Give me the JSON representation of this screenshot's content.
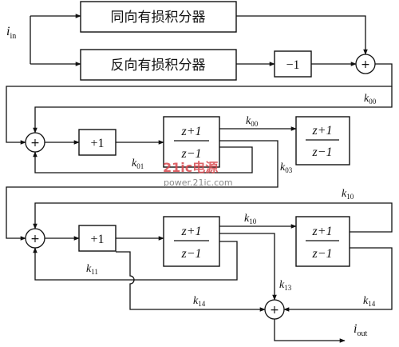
{
  "blocks": {
    "forward_integrator": "同向有损积分器",
    "reverse_integrator": "反向有损积分器",
    "neg_one": "−1",
    "plus_one": "+1",
    "transfer_num": "z+1",
    "transfer_den": "z−1"
  },
  "summing_symbol": "+",
  "signals": {
    "input": {
      "base": "i",
      "sub": "in"
    },
    "output": {
      "base": "i",
      "sub": "out"
    }
  },
  "gains": {
    "k00": {
      "base": "k",
      "sub": "00"
    },
    "k01": {
      "base": "k",
      "sub": "01"
    },
    "k03": {
      "base": "k",
      "sub": "03"
    },
    "k10": {
      "base": "k",
      "sub": "10"
    },
    "k11": {
      "base": "k",
      "sub": "11"
    },
    "k13": {
      "base": "k",
      "sub": "13"
    },
    "k14": {
      "base": "k",
      "sub": "14"
    }
  },
  "watermark": {
    "brand": "21ic电源",
    "url": "power.21ic.com"
  }
}
